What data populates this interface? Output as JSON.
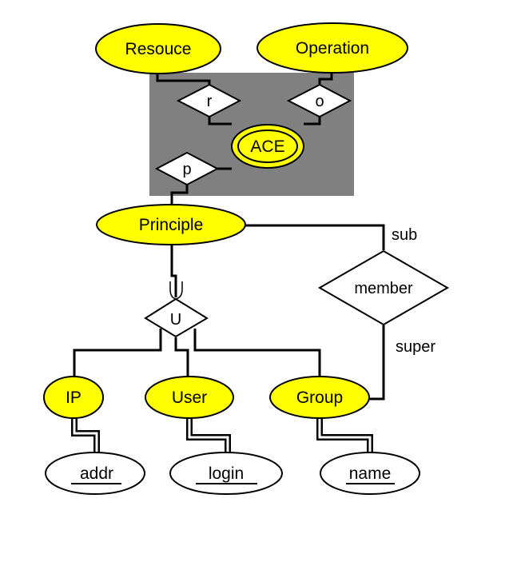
{
  "colors": {
    "entity_fill": "#ffff00",
    "aggregation_box": "#808080",
    "relationship_fill": "#ffffff",
    "stroke": "#000000"
  },
  "diagram": {
    "entities": {
      "resource": "Resouce",
      "operation": "Operation",
      "ace": "ACE",
      "principle": "Principle",
      "ip": "IP",
      "user": "User",
      "group": "Group"
    },
    "relationships": {
      "r": "r",
      "o": "o",
      "p": "p",
      "union": "U",
      "member": "member"
    },
    "roles": {
      "sub": "sub",
      "super": "super"
    },
    "union_symbol": "U",
    "attributes": {
      "addr": "addr",
      "login": "login",
      "name": "name"
    }
  }
}
